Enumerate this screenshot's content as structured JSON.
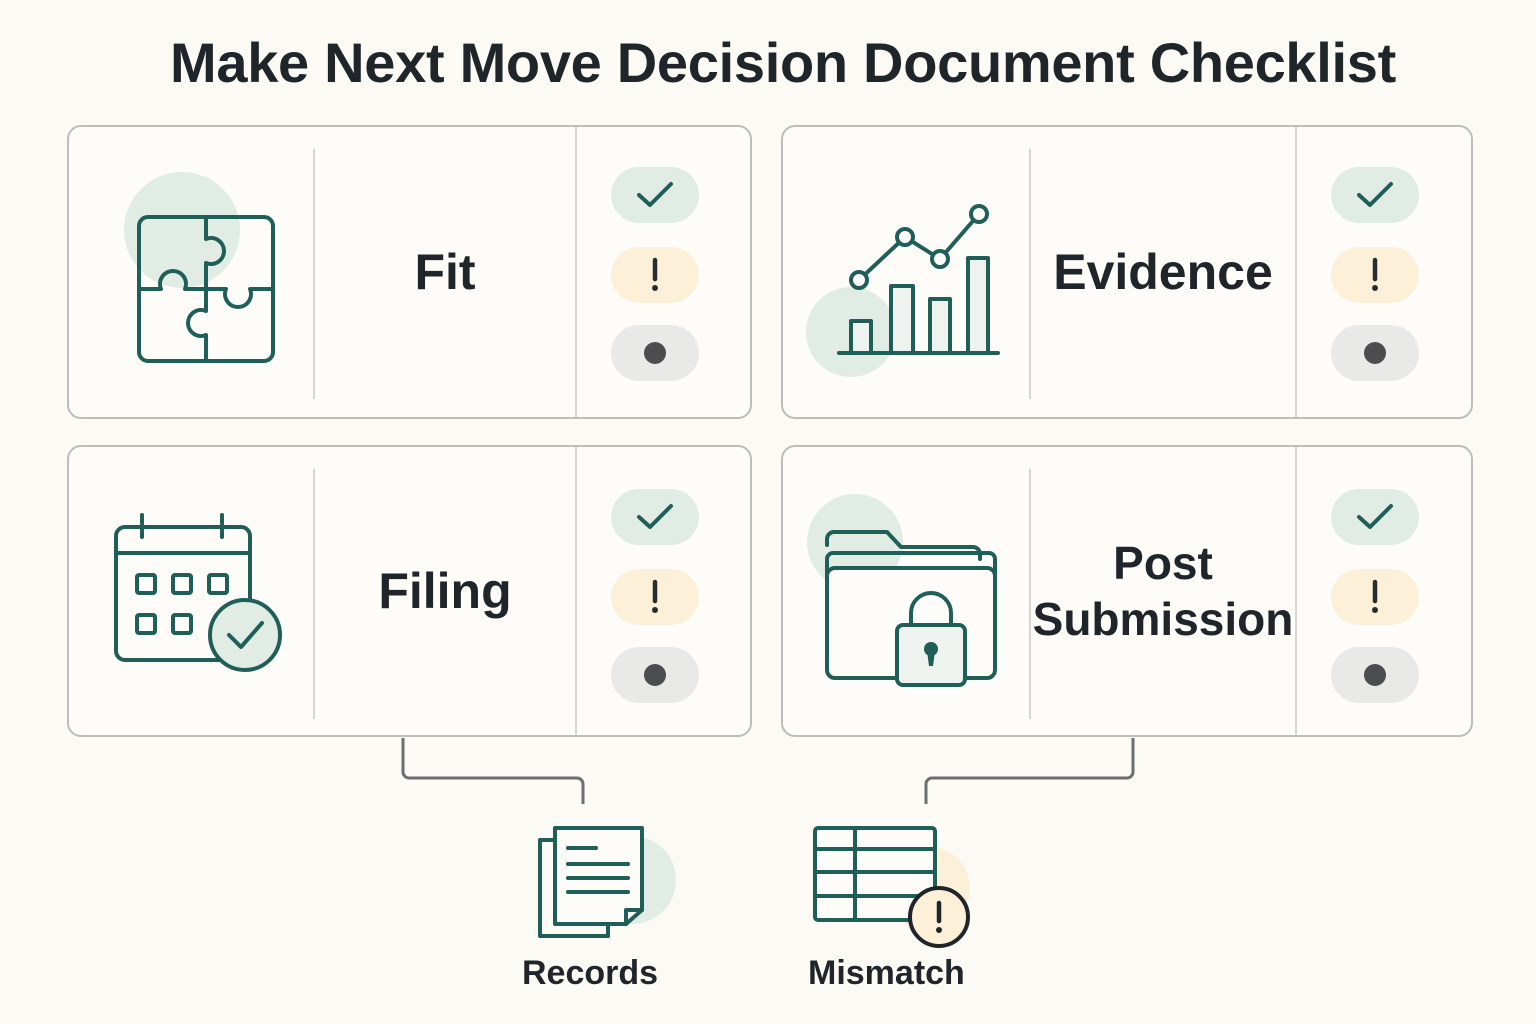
{
  "title": "Make Next Move Decision Document Checklist",
  "colors": {
    "accent": "#1f5f57",
    "ok_bg": "#e1ece4",
    "warn_bg": "#fcf1d8",
    "neutral_bg": "#e9e9e7",
    "neutral_dot": "#4b4d4f"
  },
  "cards": [
    {
      "label": "Fit",
      "icon": "puzzle-icon"
    },
    {
      "label": "Evidence",
      "icon": "bar-chart-icon"
    },
    {
      "label": "Filing",
      "icon": "calendar-check-icon"
    },
    {
      "label_line1": "Post",
      "label_line2": "Submission",
      "icon": "locked-folder-icon"
    }
  ],
  "status_icons": [
    "check-icon",
    "exclamation-icon",
    "dot-icon"
  ],
  "outputs": [
    {
      "label": "Records",
      "icon": "documents-icon"
    },
    {
      "label": "Mismatch",
      "icon": "table-warning-icon"
    }
  ]
}
